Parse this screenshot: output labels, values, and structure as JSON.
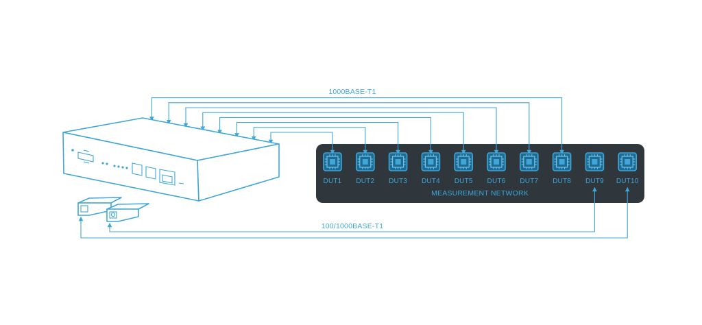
{
  "diagram": {
    "top_link_label": "1000BASE-T1",
    "bottom_link_label": "100/1000BASE-T1",
    "network_label": "MEASUREMENT NETWORK",
    "duts": [
      "DUT1",
      "DUT2",
      "DUT3",
      "DUT4",
      "DUT5",
      "DUT6",
      "DUT7",
      "DUT8",
      "DUT9",
      "DUT10"
    ],
    "icons": {
      "device": "network-switch-icon",
      "module": "sfp-module-icon",
      "chip": "chip-icon"
    },
    "colors": {
      "line": "#3fa6d8",
      "panel": "#2f373d",
      "chip_bg": "#1f6a93",
      "background": "#ffffff"
    }
  }
}
